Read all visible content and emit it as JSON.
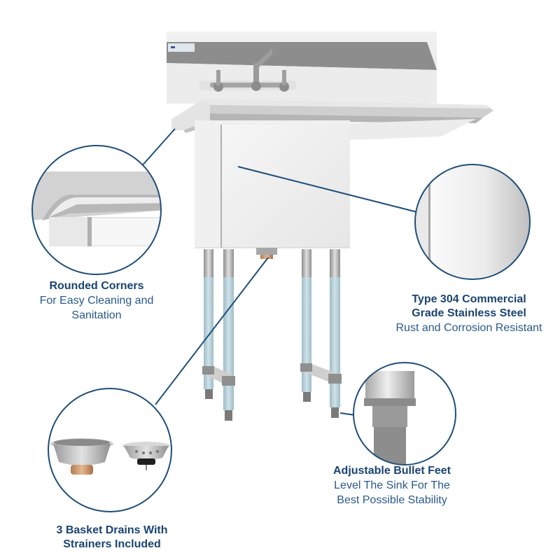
{
  "product": "Single compartment stainless steel sink with drainboard",
  "colors": {
    "accent_line": "#1f4e79",
    "title_text": "#1a4470",
    "body_text": "#2a5a8a",
    "steel_light": "#eeeeee",
    "steel_mid": "#c8c8c8",
    "steel_dark": "#8a8a8a",
    "leg_blue": "#b9d3dc",
    "brass": "#c9956a"
  },
  "callouts": {
    "corners": {
      "title": "Rounded Corners",
      "lines": [
        "For Easy Cleaning and",
        "Sanitation"
      ]
    },
    "steel": {
      "title_lines": [
        "Type 304 Commercial",
        "Grade Stainless Steel"
      ],
      "sub": "Rust and Corrosion Resistant"
    },
    "feet": {
      "title": "Adjustable Bullet Feet",
      "lines": [
        "Level The Sink For The",
        "Best Possible Stability"
      ]
    },
    "drains": {
      "title_lines": [
        "3 Basket Drains With",
        "Strainers Included"
      ]
    }
  },
  "icons": [
    "faucet-icon",
    "basket-drain-icon",
    "strainer-icon",
    "bullet-foot-icon"
  ]
}
